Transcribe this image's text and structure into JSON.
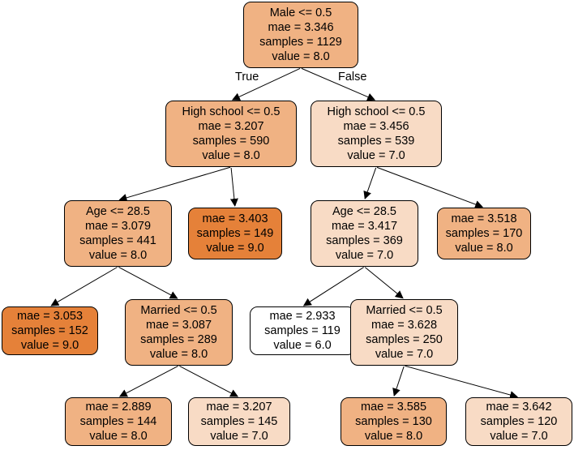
{
  "edge_labels": {
    "true_label": "True",
    "false_label": "False"
  },
  "nodes": [
    {
      "id": "n0",
      "lines": [
        "Male <= 0.5",
        "mae = 3.346",
        "samples = 1129",
        "value = 8.0"
      ],
      "fill": "#f0b283"
    },
    {
      "id": "n1",
      "lines": [
        "High school <= 0.5",
        "mae = 3.207",
        "samples = 590",
        "value = 8.0"
      ],
      "fill": "#f0b283"
    },
    {
      "id": "n2",
      "lines": [
        "High school <= 0.5",
        "mae = 3.456",
        "samples = 539",
        "value = 7.0"
      ],
      "fill": "#f8dbc5"
    },
    {
      "id": "n3",
      "lines": [
        "Age <= 28.5",
        "mae = 3.079",
        "samples = 441",
        "value = 8.0"
      ],
      "fill": "#f0b283"
    },
    {
      "id": "n4",
      "lines": [
        "mae = 3.403",
        "samples = 149",
        "value = 9.0"
      ],
      "fill": "#e58139"
    },
    {
      "id": "n5",
      "lines": [
        "Age <= 28.5",
        "mae = 3.417",
        "samples = 369",
        "value = 7.0"
      ],
      "fill": "#f8dbc5"
    },
    {
      "id": "n6",
      "lines": [
        "mae = 3.518",
        "samples = 170",
        "value = 8.0"
      ],
      "fill": "#f0b283"
    },
    {
      "id": "n7",
      "lines": [
        "mae = 3.053",
        "samples = 152",
        "value = 9.0"
      ],
      "fill": "#e58139"
    },
    {
      "id": "n8",
      "lines": [
        "Married <= 0.5",
        "mae = 3.087",
        "samples = 289",
        "value = 8.0"
      ],
      "fill": "#f0b283"
    },
    {
      "id": "n9",
      "lines": [
        "mae = 2.933",
        "samples = 119",
        "value = 6.0"
      ],
      "fill": "#ffffff"
    },
    {
      "id": "n10",
      "lines": [
        "Married <= 0.5",
        "mae = 3.628",
        "samples = 250",
        "value = 7.0"
      ],
      "fill": "#f8dbc5"
    },
    {
      "id": "n11",
      "lines": [
        "mae = 2.889",
        "samples = 144",
        "value = 8.0"
      ],
      "fill": "#f0b283"
    },
    {
      "id": "n12",
      "lines": [
        "mae = 3.207",
        "samples = 145",
        "value = 7.0"
      ],
      "fill": "#f8dbc5"
    },
    {
      "id": "n13",
      "lines": [
        "mae = 3.585",
        "samples = 130",
        "value = 8.0"
      ],
      "fill": "#f0b283"
    },
    {
      "id": "n14",
      "lines": [
        "mae = 3.642",
        "samples = 120",
        "value = 7.0"
      ],
      "fill": "#f8dbc5"
    }
  ],
  "edges": [
    [
      "n0",
      "n1"
    ],
    [
      "n0",
      "n2"
    ],
    [
      "n1",
      "n3"
    ],
    [
      "n1",
      "n4"
    ],
    [
      "n2",
      "n5"
    ],
    [
      "n2",
      "n6"
    ],
    [
      "n3",
      "n7"
    ],
    [
      "n3",
      "n8"
    ],
    [
      "n5",
      "n9"
    ],
    [
      "n5",
      "n10"
    ],
    [
      "n8",
      "n11"
    ],
    [
      "n8",
      "n12"
    ],
    [
      "n10",
      "n13"
    ],
    [
      "n10",
      "n14"
    ]
  ]
}
